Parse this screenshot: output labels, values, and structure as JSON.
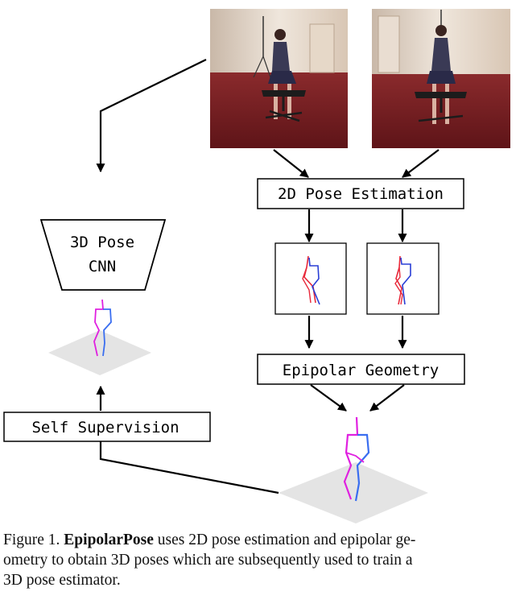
{
  "diagram": {
    "pose_2d_label": "2D Pose Estimation",
    "epipolar_label": "Epipolar Geometry",
    "cnn_label_line1": "3D Pose",
    "cnn_label_line2": "CNN",
    "self_supervision_label": "Self Supervision"
  },
  "caption": {
    "prefix": "Figure 1. ",
    "bold": "EpipolarPose",
    "text_line1": " uses 2D pose estimation and epipolar ge-",
    "text_line2": "ometry to obtain 3D poses which are subsequently used to train a",
    "text_line3": "3D pose estimator."
  },
  "colors": {
    "skeleton_red": "#e8283a",
    "skeleton_blue": "#2a3fd6",
    "skeleton_magenta": "#e020e0",
    "skeleton_lightblue": "#3a6ef0",
    "ground_plane": "#e4e4e4",
    "photo_floor": "#7a1c22",
    "photo_wall": "#e8ddd2"
  }
}
